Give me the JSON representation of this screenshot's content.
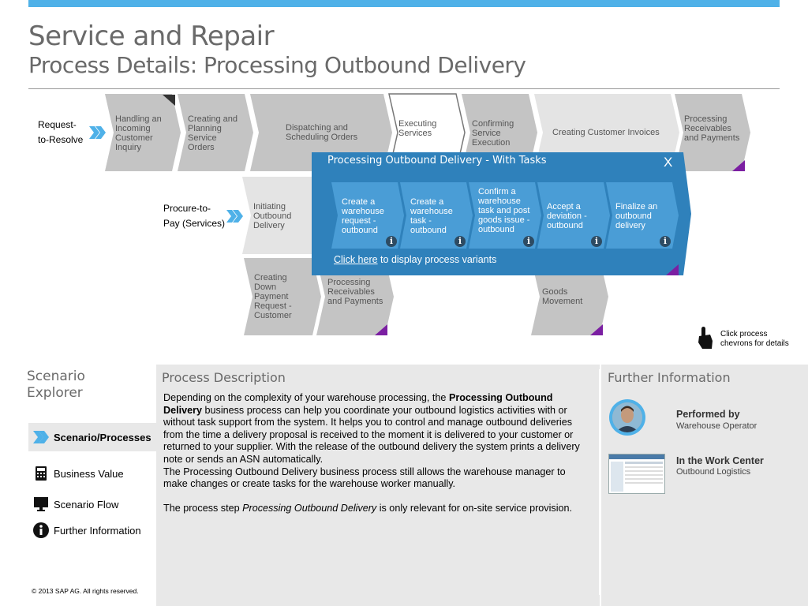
{
  "header": {
    "title": "Service and Repair",
    "subtitle": "Process Details: Processing Outbound Delivery"
  },
  "flow": {
    "row1_label_line1": "Request-",
    "row1_label_line2": "to-Resolve",
    "row2_label_line1": "Procure-to-",
    "row2_label_line2": "Pay (Services)",
    "steps": {
      "handling": "Handling an Incoming Customer Inquiry",
      "creating_planning": "Creating and Planning Service Orders",
      "dispatching": "Dispatching and Scheduling Orders",
      "executing": "Executing Services",
      "confirming": "Confirming Service Execution",
      "invoices": "Creating Customer Invoices",
      "receivables_top": "Processing Receivables and Payments",
      "initiating": "Initiating Outbound Delivery",
      "down_payment": "Creating Down Payment Request - Customer",
      "receivables_bottom": "Processing Receivables and Payments",
      "goods_movement": "Goods Movement"
    }
  },
  "popup": {
    "title": "Processing Outbound Delivery - With Tasks",
    "close": "X",
    "tasks": [
      "Create a warehouse request - outbound",
      "Create a warehouse task - outbound",
      "Confirm a warehouse task and post goods issue - outbound",
      "Accept a deviation - outbound",
      "Finalize an outbound delivery"
    ],
    "info_glyph": "i",
    "link_text": "Click here",
    "link_suffix": " to display process variants"
  },
  "hint": {
    "line1": "Click process",
    "line2": "chevrons for details",
    "icon": "hand-pointer-icon"
  },
  "explorer": {
    "title_line1": "Scenario",
    "title_line2": "Explorer",
    "items": [
      {
        "label": "Scenario/Processes",
        "icon": "chevron-icon"
      },
      {
        "label": "Business Value",
        "icon": "calculator-icon"
      },
      {
        "label": "Scenario Flow",
        "icon": "monitor-icon"
      },
      {
        "label": "Further Information",
        "icon": "info-icon"
      }
    ],
    "copyright": "© 2013 SAP AG. All rights reserved."
  },
  "description": {
    "title": "Process Description",
    "p1_before": "Depending on the complexity of your warehouse processing, the ",
    "p1_bold": "Processing Outbound Delivery",
    "p1_after": " business process can help you coordinate your outbound logistics activities with or without task support from the system. It helps you to control and manage outbound deliveries from the time a delivery proposal is received to the moment it is delivered to your customer or returned to your supplier. With the release of the outbound delivery the system prints a delivery note or sends an ASN automatically.",
    "p2": "The Processing Outbound Delivery business process still allows the warehouse manager to make changes or create tasks for the warehouse worker manually.",
    "p3_before": "The process step ",
    "p3_italic": "Processing Outbound Delivery",
    "p3_after": " is only relevant for on-site service provision."
  },
  "further": {
    "title": "Further Information",
    "performed_by_label": "Performed by",
    "performed_by_value": "Warehouse Operator",
    "work_center_label": "In the Work Center",
    "work_center_value": "Outbound Logistics"
  },
  "colors": {
    "accent_blue": "#4FB1E8",
    "popup_blue": "#2F81BB",
    "task_blue": "#4A9DD6",
    "chevron_gray": "#C4C4C4",
    "chevron_light": "#E4E4E4",
    "marker_purple": "#7B1FA2"
  }
}
